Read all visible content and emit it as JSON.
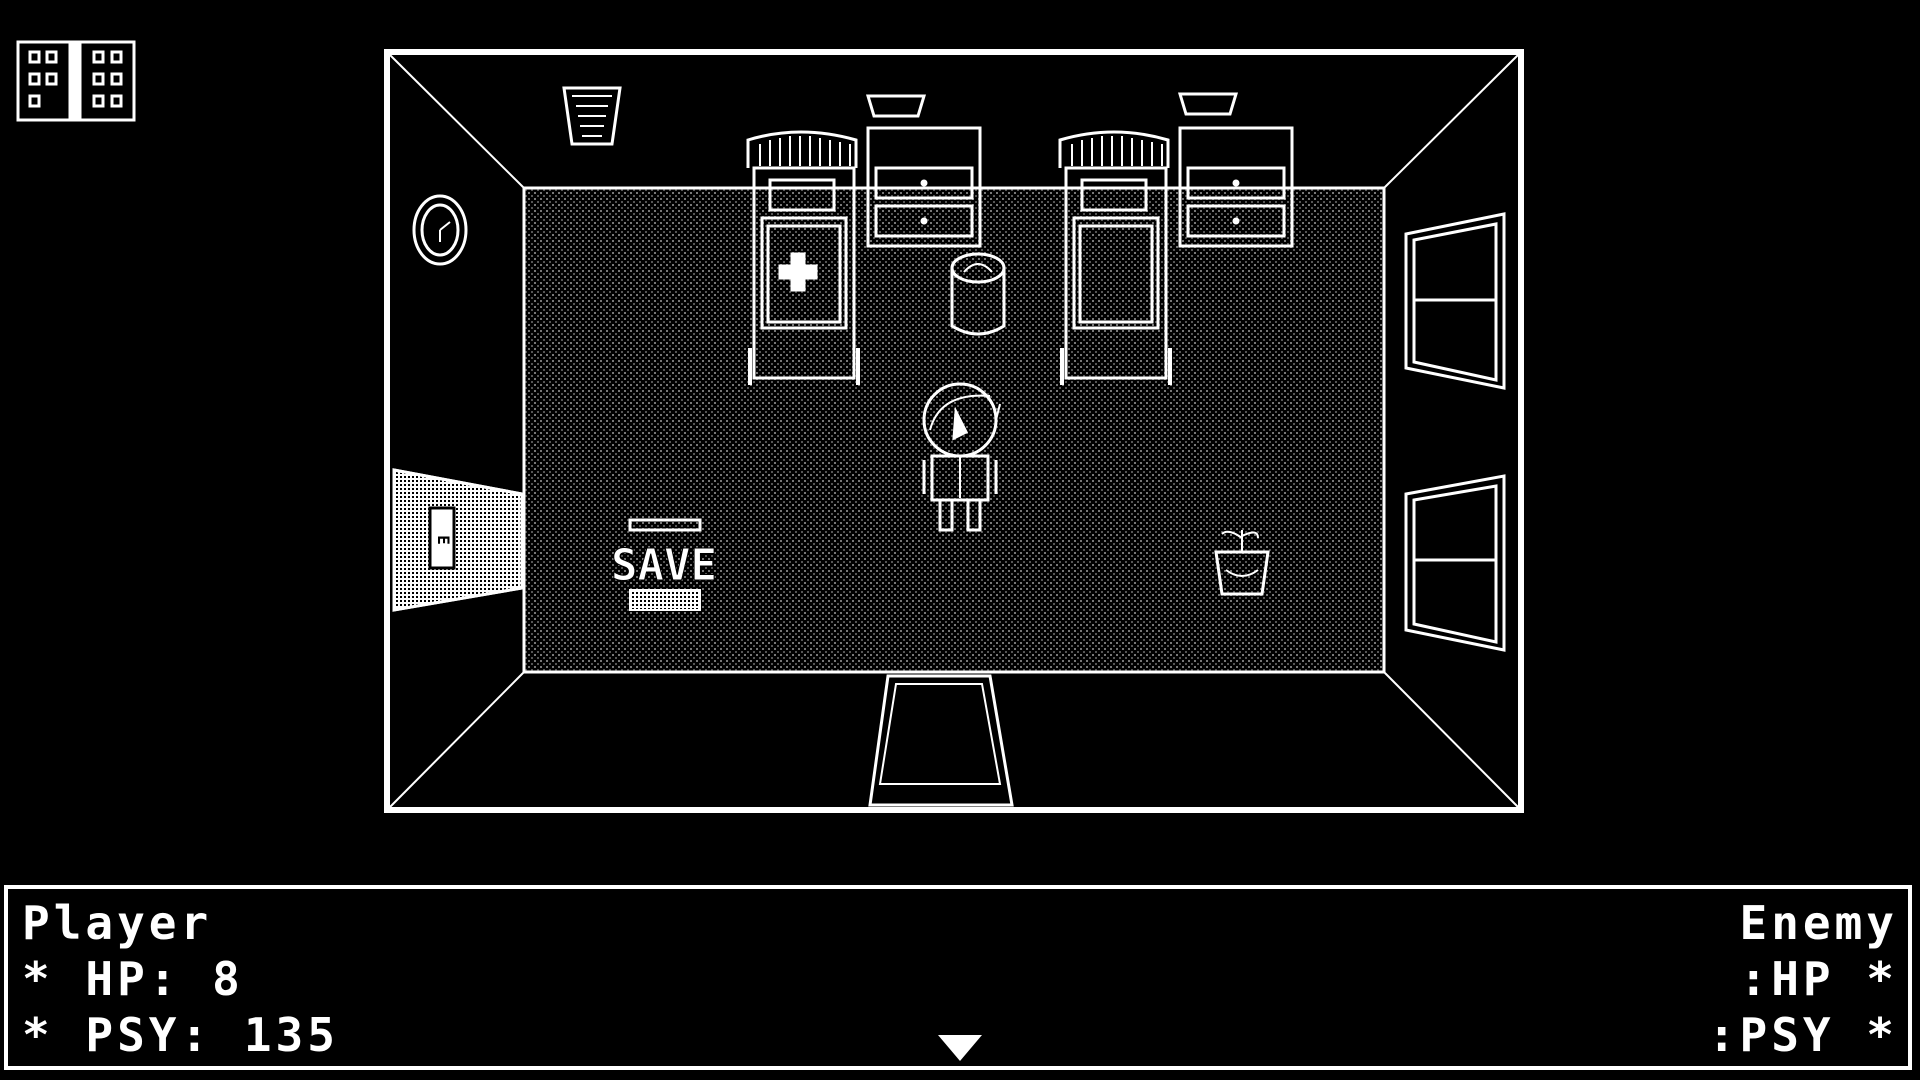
{
  "menu_icon": "door-map-icon",
  "room": {
    "save_sign": "SAVE",
    "door_sign": "E",
    "colors": {
      "background": "#000000",
      "line": "#ffffff"
    }
  },
  "hud": {
    "player_name": "Player",
    "player_hp": "* HP: 8",
    "player_psy": "* PSY: 135",
    "enemy_name": "Enemy",
    "enemy_hp": ":HP *",
    "enemy_psy": ":PSY *",
    "continue_icon": "down-triangle-icon"
  }
}
